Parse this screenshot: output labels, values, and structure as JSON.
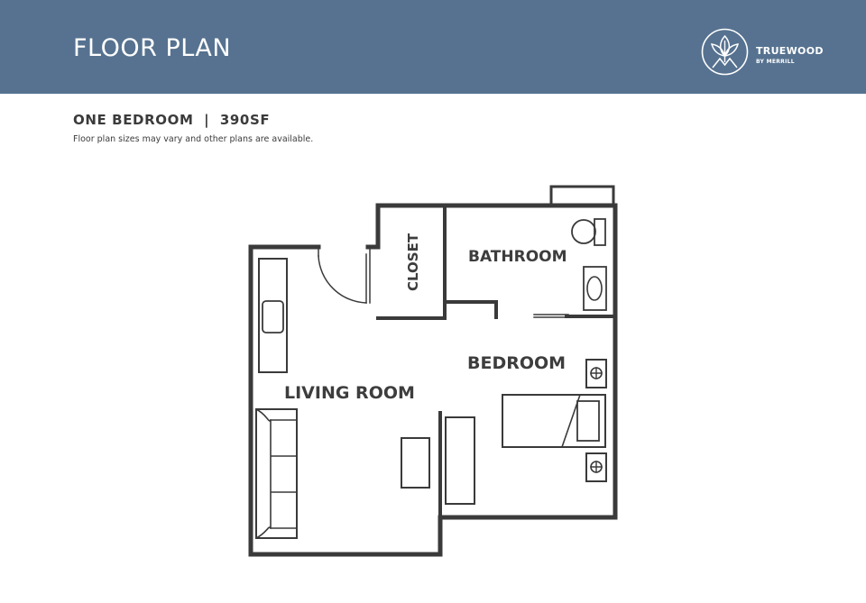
{
  "header": {
    "title": "FLOOR PLAN",
    "brand_name": "TRUEWOOD",
    "brand_sub": "BY MERRILL",
    "logo_icon": "leaf-mountain-logo",
    "background_color": "#567290"
  },
  "plan_info": {
    "unit_title": "ONE BEDROOM  |  390SF",
    "disclaimer": "Floor plan sizes may vary and other plans are available."
  },
  "rooms": {
    "living_room": "LIVING ROOM",
    "bedroom": "BEDROOM",
    "bathroom": "BATHROOM",
    "closet": "CLOSET"
  },
  "colors": {
    "wall": "#3a3a3a",
    "fixture": "#3a3a3a",
    "text": "#3d3d3d"
  }
}
